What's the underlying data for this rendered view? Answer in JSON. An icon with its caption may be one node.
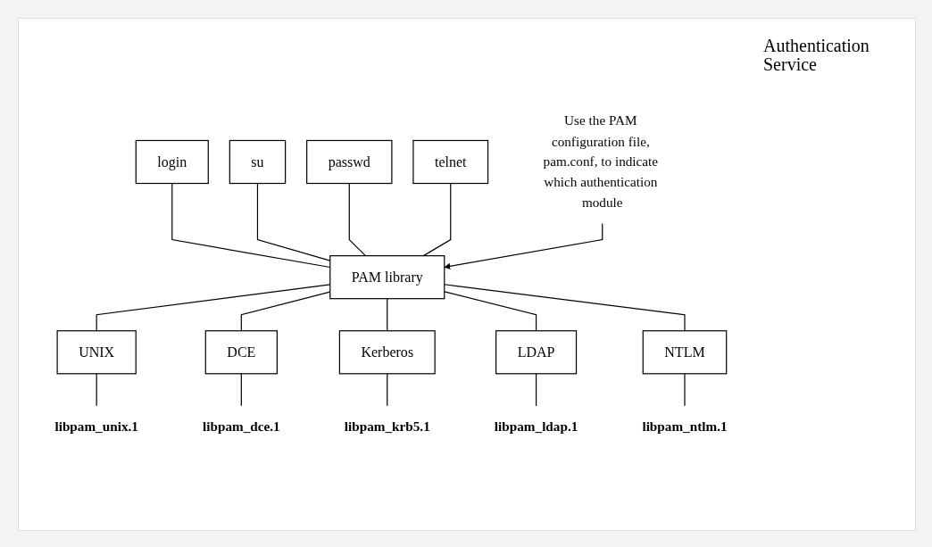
{
  "diagram": {
    "nodes": [
      {
        "text": [
          "login"
        ]
      },
      {
        "text": [
          "su"
        ]
      },
      {
        "text": [
          "passwd"
        ]
      },
      {
        "text": [
          "telnet"
        ]
      },
      {
        "text": [
          "PAM library"
        ]
      },
      {
        "text": [
          "Use the PAM configuration file, pam.conf, to indicate which authentication module"
        ]
      },
      {
        "text": [
          "UNIX"
        ]
      },
      {
        "text": [
          "DCE"
        ]
      },
      {
        "text": [
          "Kerberos"
        ]
      },
      {
        "text": [
          "LDAP"
        ]
      },
      {
        "text": [
          "NTLM"
        ]
      },
      {
        "text": [
          "libpam_unix.1"
        ]
      },
      {
        "text": [
          "libpam_dce.1"
        ]
      },
      {
        "text": [
          "libpam_krb5.1"
        ]
      },
      {
        "text": [
          "libpam_ldap.1"
        ]
      },
      {
        "text": [
          "libpam_ntlm.1"
        ]
      }
    ],
    "edges": [
      {
        "from": 0,
        "to": 4,
        "arrow": "none"
      },
      {
        "from": 1,
        "to": 4,
        "arrow": "none"
      },
      {
        "from": 2,
        "to": 4,
        "arrow": "none"
      },
      {
        "from": 3,
        "to": 4,
        "arrow": "none"
      },
      {
        "from": 5,
        "to": 4,
        "arrow": "to"
      },
      {
        "from": 4,
        "to": 6,
        "arrow": "none"
      },
      {
        "from": 4,
        "to": 7,
        "arrow": "none"
      },
      {
        "from": 4,
        "to": 8,
        "arrow": "none"
      },
      {
        "from": 4,
        "to": 9,
        "arrow": "none"
      },
      {
        "from": 4,
        "to": 10,
        "arrow": "none"
      },
      {
        "from": 6,
        "to": 11,
        "arrow": "none"
      },
      {
        "from": 7,
        "to": 12,
        "arrow": "none"
      },
      {
        "from": 8,
        "to": 13,
        "arrow": "none"
      },
      {
        "from": 9,
        "to": 14,
        "arrow": "none"
      },
      {
        "from": 10,
        "to": 15,
        "arrow": "none"
      }
    ],
    "labels": [
      "Authentication Service"
    ]
  }
}
